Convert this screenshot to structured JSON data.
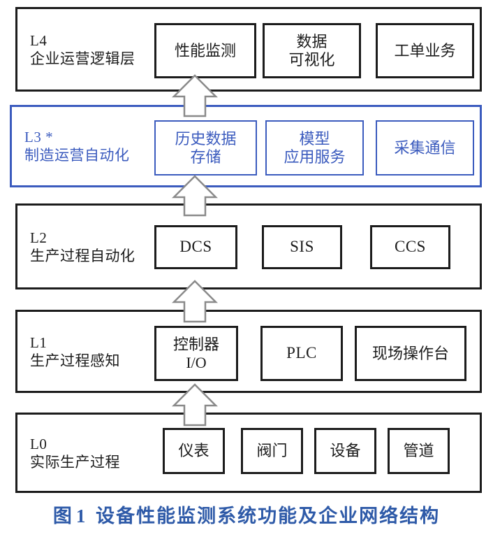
{
  "figure": {
    "caption_label": "图1",
    "caption_text": "设备性能监测系统功能及企业网络结构",
    "caption_color": "#2e5aa8",
    "highlight_color": "#3b5bbe",
    "default_color": "#1c1c1c"
  },
  "layers": [
    {
      "id": "L4",
      "code": "L4",
      "name": "企业运营逻辑层",
      "highlighted": false,
      "nodes": [
        {
          "label": "性能监测",
          "script": "cjk"
        },
        {
          "label": "数据\n可视化",
          "script": "cjk"
        },
        {
          "label": "工单业务",
          "script": "cjk"
        }
      ]
    },
    {
      "id": "L3",
      "code": "L3 *",
      "name": "制造运营自动化",
      "highlighted": true,
      "nodes": [
        {
          "label": "历史数据\n存储",
          "script": "cjk"
        },
        {
          "label": "模型\n应用服务",
          "script": "cjk"
        },
        {
          "label": "采集通信",
          "script": "cjk"
        }
      ]
    },
    {
      "id": "L2",
      "code": "L2",
      "name": "生产过程自动化",
      "highlighted": false,
      "nodes": [
        {
          "label": "DCS",
          "script": "latin"
        },
        {
          "label": "SIS",
          "script": "latin"
        },
        {
          "label": "CCS",
          "script": "latin"
        }
      ]
    },
    {
      "id": "L1",
      "code": "L1",
      "name": "生产过程感知",
      "highlighted": false,
      "nodes": [
        {
          "label": "控制器\nI/O",
          "script": "cjk"
        },
        {
          "label": "PLC",
          "script": "latin"
        },
        {
          "label": "现场操作台",
          "script": "cjk"
        }
      ]
    },
    {
      "id": "L0",
      "code": "L0",
      "name": "实际生产过程",
      "highlighted": false,
      "nodes": [
        {
          "label": "仪表",
          "script": "cjk"
        },
        {
          "label": "阀门",
          "script": "cjk"
        },
        {
          "label": "设备",
          "script": "cjk"
        },
        {
          "label": "管道",
          "script": "cjk"
        }
      ]
    }
  ],
  "connectors": [
    {
      "from": "L3",
      "to": "L4",
      "direction": "up"
    },
    {
      "from": "L2",
      "to": "L3",
      "direction": "up"
    },
    {
      "from": "L1",
      "to": "L2",
      "direction": "up"
    },
    {
      "from": "L0",
      "to": "L1",
      "direction": "up"
    }
  ]
}
